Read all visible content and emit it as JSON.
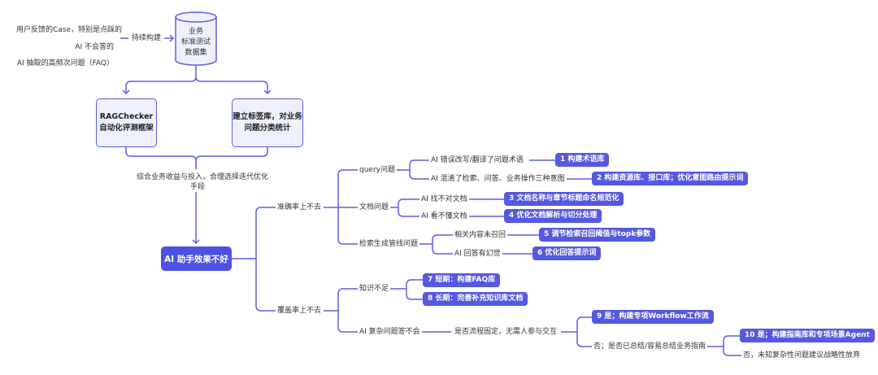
{
  "colors": {
    "accent": "#5558e0",
    "line": "#5b5fe3",
    "box_fill": "#eef0fd",
    "root_fill": "#4f52e0"
  },
  "sources": [
    "用户反馈的Case，特别是点踩的",
    "AI 不会答的",
    "AI 抽取的高频次问题（FAQ）"
  ],
  "build_label": "持续构建",
  "dataset": [
    "业务",
    "标准测试",
    "数据集"
  ],
  "ragchecker": [
    "RAGChecker",
    "自动化评测框架"
  ],
  "tagging": [
    "建立标签库，对业务",
    "问题分类统计"
  ],
  "merge_note": [
    "综合业务收益与投入，合理选择迭代优化",
    "手段"
  ],
  "root": "AI 助手效果不好",
  "branches": {
    "accuracy": "准确率上不去",
    "coverage": "覆盖率上不去"
  },
  "accuracy": {
    "query": {
      "label": "query问题",
      "items": [
        {
          "issue": "AI 错误改写/翻译了问题术语",
          "action": "1 构建术语库"
        },
        {
          "issue": "AI 混淆了检索、问答、业务操作三种意图",
          "action": "2 构建资源库、接口库；优化意图路由提示词"
        }
      ]
    },
    "doc": {
      "label": "文档问题",
      "items": [
        {
          "issue": "AI 找不对文档",
          "action": "3 文档名称与章节标题命名规范化"
        },
        {
          "issue": "AI 看不懂文档",
          "action": "4 优化文档解析与切分处理"
        }
      ]
    },
    "pipeline": {
      "label": "检索生成管线问题",
      "items": [
        {
          "issue": "相关内容未召回",
          "action": "5 调节检索召回阈值与topk参数"
        },
        {
          "issue": "AI 回答有幻觉",
          "action": "6 优化回答提示词"
        }
      ]
    }
  },
  "coverage": {
    "knowledge": {
      "label": "知识不足",
      "actions": [
        "7 短期：构建FAQ库",
        "8 长期：完善补充知识库文档"
      ]
    },
    "complex": {
      "label": "AI 复杂问题答不会",
      "question": "是否流程固定，无需人参与交互",
      "yes": "9 是；构建专项Workflow工作流",
      "no": "否；是否已总结/容易总结业务指南",
      "no_yes": "10 是；构建指南库和专项场景Agent",
      "no_no": "否，未知复杂性问题建议战略性放弃"
    }
  }
}
